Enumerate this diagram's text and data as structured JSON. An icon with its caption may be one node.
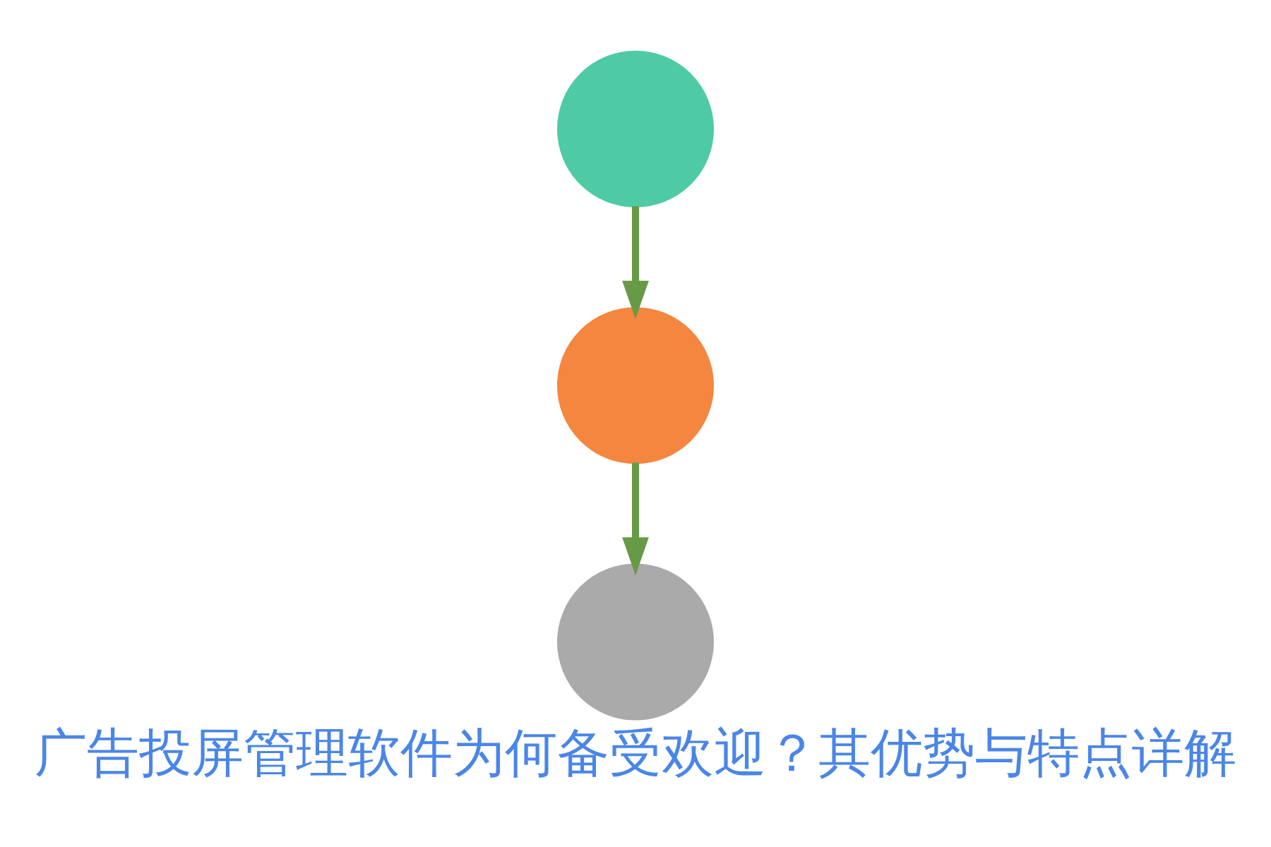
{
  "diagram": {
    "title": "广告投屏管理软件为何备受欢迎？其优势与特点详解",
    "nodes": [
      {
        "text": [],
        "shape": "circle"
      },
      {
        "text": [],
        "shape": "circle"
      },
      {
        "text": [],
        "shape": "circle"
      }
    ],
    "edges": [
      {
        "from": 0,
        "to": 1,
        "arrow": "to"
      },
      {
        "from": 1,
        "to": 2,
        "arrow": "to"
      }
    ]
  }
}
